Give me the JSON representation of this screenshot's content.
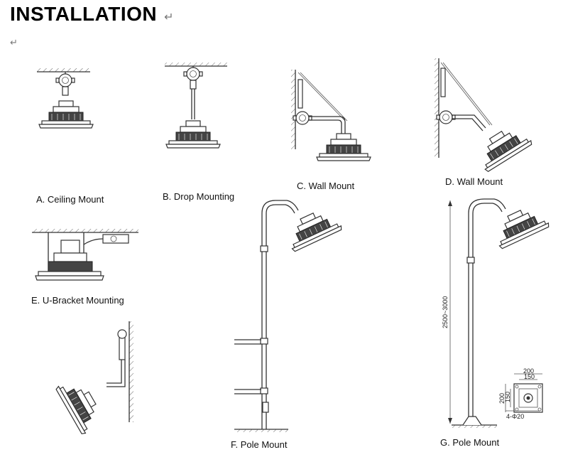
{
  "title": "INSTALLATION",
  "return_mark": "↵",
  "captions": {
    "a": "A. Ceiling Mount",
    "b": "B. Drop Mounting",
    "c": "C. Wall Mount",
    "d": "D. Wall Mount",
    "e": "E. U-Bracket Mounting",
    "f": "F. Pole Mount",
    "g": "G. Pole Mount"
  },
  "dimensions": {
    "pole_height": "2500~3000",
    "plate_width_outer": "200",
    "plate_width_inner": "150",
    "plate_height_outer": "200",
    "plate_height_inner": "150",
    "holes": "4-Φ20"
  }
}
